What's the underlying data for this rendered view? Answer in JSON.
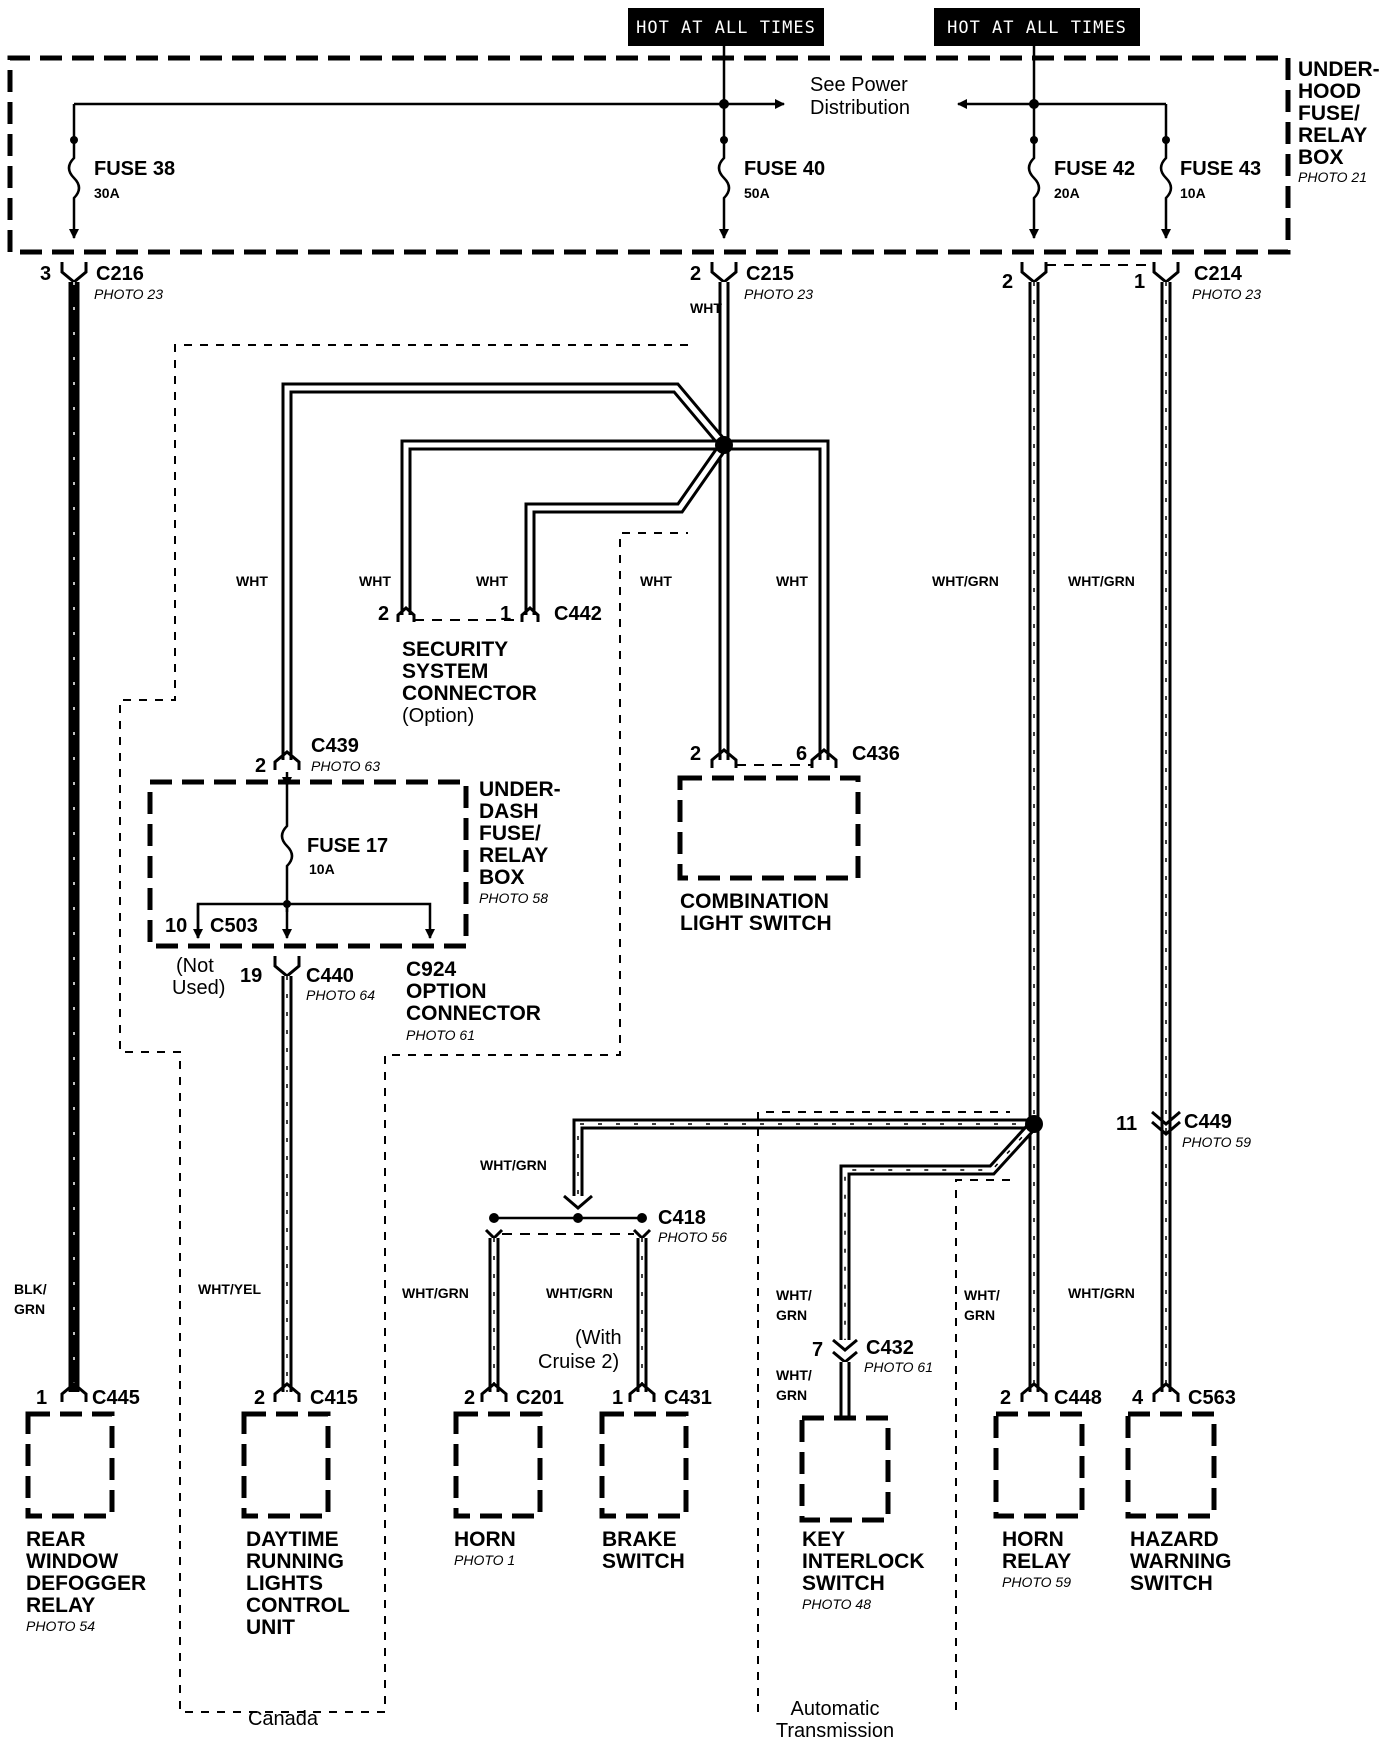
{
  "hot_labels": [
    "HOT AT ALL TIMES",
    "HOT AT ALL TIMES"
  ],
  "see_power": [
    "See Power",
    "Distribution"
  ],
  "underhood_box": {
    "lines": [
      "UNDER-",
      "HOOD",
      "FUSE/",
      "RELAY",
      "BOX"
    ],
    "photo": "PHOTO 21"
  },
  "fuses": [
    {
      "name": "FUSE 38",
      "rating": "30A"
    },
    {
      "name": "FUSE 40",
      "rating": "50A"
    },
    {
      "name": "FUSE 42",
      "rating": "20A"
    },
    {
      "name": "FUSE 43",
      "rating": "10A"
    },
    {
      "name": "FUSE 17",
      "rating": "10A"
    }
  ],
  "connectors": {
    "c216": {
      "id": "C216",
      "photo": "PHOTO 23",
      "pin": "3"
    },
    "c215": {
      "id": "C215",
      "photo": "PHOTO 23",
      "pin": "2"
    },
    "c214": {
      "id": "C214",
      "photo": "PHOTO 23",
      "pin_a": "2",
      "pin_b": "1"
    },
    "c442": {
      "id": "C442",
      "pin_a": "2",
      "pin_b": "1"
    },
    "c439": {
      "id": "C439",
      "photo": "PHOTO 63",
      "pin": "2"
    },
    "c436": {
      "id": "C436",
      "pin_a": "2",
      "pin_b": "6"
    },
    "c503": {
      "id": "C503",
      "pin": "10"
    },
    "c440": {
      "id": "C440",
      "photo": "PHOTO 64",
      "pin": "19"
    },
    "c924": {
      "lines": [
        "C924",
        "OPTION",
        "CONNECTOR"
      ],
      "photo": "PHOTO 61"
    },
    "c449": {
      "id": "C449",
      "photo": "PHOTO 59",
      "pin": "11"
    },
    "c418": {
      "id": "C418",
      "photo": "PHOTO 56"
    },
    "c432": {
      "id": "C432",
      "photo": "PHOTO 61",
      "pin": "7"
    },
    "c445": {
      "id": "C445",
      "pin": "1"
    },
    "c415": {
      "id": "C415",
      "pin": "2"
    },
    "c201": {
      "id": "C201",
      "pin": "2"
    },
    "c431": {
      "id": "C431",
      "pin": "1"
    },
    "c448": {
      "id": "C448",
      "pin": "2"
    },
    "c563": {
      "id": "C563",
      "pin": "4"
    }
  },
  "wires": {
    "wht": "WHT",
    "whtgrn": "WHT/GRN",
    "blkgrn": [
      "BLK/",
      "GRN"
    ],
    "whtyel": "WHT/YEL",
    "whtgrn_split": [
      "WHT/",
      "GRN"
    ]
  },
  "security": {
    "lines": [
      "SECURITY",
      "SYSTEM",
      "CONNECTOR"
    ],
    "option": "(Option)"
  },
  "underdash_box": {
    "lines": [
      "UNDER-",
      "DASH",
      "FUSE/",
      "RELAY",
      "BOX"
    ],
    "photo": "PHOTO 58"
  },
  "not_used": [
    "(Not",
    "Used)"
  ],
  "combo_switch": [
    "COMBINATION",
    "LIGHT SWITCH"
  ],
  "with_cruise": [
    "(With",
    "Cruise 2)"
  ],
  "components": [
    {
      "lines": [
        "REAR",
        "WINDOW",
        "DEFOGGER",
        "RELAY"
      ],
      "photo": "PHOTO 54"
    },
    {
      "lines": [
        "DAYTIME",
        "RUNNING",
        "LIGHTS",
        "CONTROL",
        "UNIT"
      ]
    },
    {
      "lines": [
        "HORN"
      ],
      "photo": "PHOTO 1"
    },
    {
      "lines": [
        "BRAKE",
        "SWITCH"
      ]
    },
    {
      "lines": [
        "KEY",
        "INTERLOCK",
        "SWITCH"
      ],
      "photo": "PHOTO 48"
    },
    {
      "lines": [
        "HORN",
        "RELAY"
      ],
      "photo": "PHOTO 59"
    },
    {
      "lines": [
        "HAZARD",
        "WARNING",
        "SWITCH"
      ]
    }
  ],
  "regions": {
    "canada": "Canada",
    "auto_trans": [
      "Automatic",
      "Transmission"
    ]
  }
}
